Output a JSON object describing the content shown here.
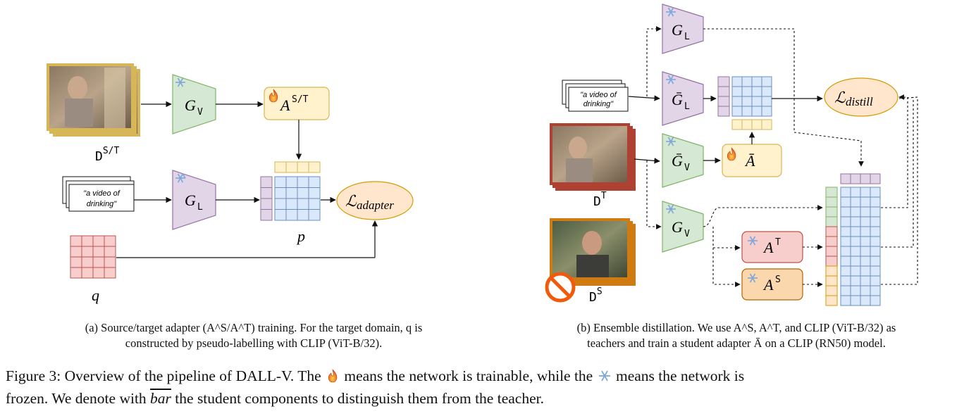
{
  "panel_a": {
    "video_label": "D",
    "video_label_sup": "S/T",
    "prompt_line1": "\"a video of",
    "prompt_line2": "drinking\"",
    "gv_label": "G",
    "gv_sub": "V",
    "gl_label": "G",
    "gl_sub": "L",
    "adapter_label": "A",
    "adapter_sup": "S/T",
    "loss_label": "ℒ",
    "loss_sub": "adapter",
    "p_label": "p",
    "q_label": "q",
    "caption_line1": "(a) Source/target adapter (A^S/A^T) training. For the target domain, q is",
    "caption_line2": "constructed by pseudo-labelling with CLIP (ViT-B/32)."
  },
  "panel_b": {
    "prompt_line1": "\"a video of",
    "prompt_line2": "drinking\"",
    "gl_label": "G",
    "gl_sub": "L",
    "gl_bar_label": "Ḡ",
    "gl_bar_sub": "L",
    "gv_bar_label": "Ḡ",
    "gv_bar_sub": "V",
    "gv_label": "G",
    "gv_sub": "V",
    "a_bar_label": "Ā",
    "at_label": "A",
    "at_sup": "T",
    "as_label": "A",
    "as_sup": "S",
    "loss_label": "ℒ",
    "loss_sub": "distill",
    "dt_label": "D",
    "dt_sup": "T",
    "ds_label": "D",
    "ds_sup": "S",
    "caption_line1": "(b) Ensemble distillation. We use A^S, A^T, and CLIP (ViT-B/32) as",
    "caption_line2": "teachers and train a student adapter Ā on a CLIP (RN50) model."
  },
  "figure_caption": {
    "part1": "Figure 3: Overview of the pipeline of DALL-V. The",
    "part2": "means the network is trainable, while the",
    "part3": "means the network is",
    "part4": "frozen. We denote with",
    "bar_word": "bar",
    "part5": "the student components to distinguish them from the teacher."
  },
  "colors": {
    "green_fill": "#d5e8d4",
    "green_stroke": "#82b366",
    "purple_fill": "#e1d5e7",
    "purple_stroke": "#9673a6",
    "yellow_fill": "#fff2cc",
    "yellow_stroke": "#d6b656",
    "blue_fill": "#dae8fc",
    "blue_stroke": "#6c8ebf",
    "red_fill": "#f8cecc",
    "red_stroke": "#b85450",
    "orange_fill": "#ffe6cc",
    "orange_stroke": "#d79b00",
    "video_gold": "#d6b656",
    "video_red": "#ae4132",
    "video_orange": "#d07a12"
  }
}
